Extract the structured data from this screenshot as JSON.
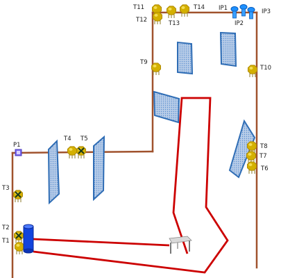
{
  "labels": {
    "T1": "T1",
    "T2": "T2",
    "T3": "T3",
    "T4": "T4",
    "T5": "T5",
    "T6": "T6",
    "T7": "T7",
    "T8": "T8",
    "T9": "T9",
    "T10": "T10",
    "T11": "T11",
    "T12": "T12",
    "T13": "T13",
    "T14": "T14",
    "P1": "P1",
    "IP1": "IP1",
    "IP2": "IP2",
    "IP3": "IP3"
  },
  "colors": {
    "pipe": "#a0522d",
    "route": "#cc0000",
    "terminal": "#d4b000",
    "terminal_dark": "#b08a00",
    "panel_fill": "#b8cde8",
    "panel_stroke": "#2f6db5",
    "tank": "#1144dd",
    "ip_device": "#1e90ff",
    "p1_box": "#7b68ee"
  },
  "icons": {
    "terminal": "terminal-bulb-icon",
    "panel": "hatched-panel-icon",
    "tank": "cylinder-tank-icon",
    "table": "table-icon",
    "ip": "ip-device-icon",
    "p1": "port-box-icon"
  }
}
